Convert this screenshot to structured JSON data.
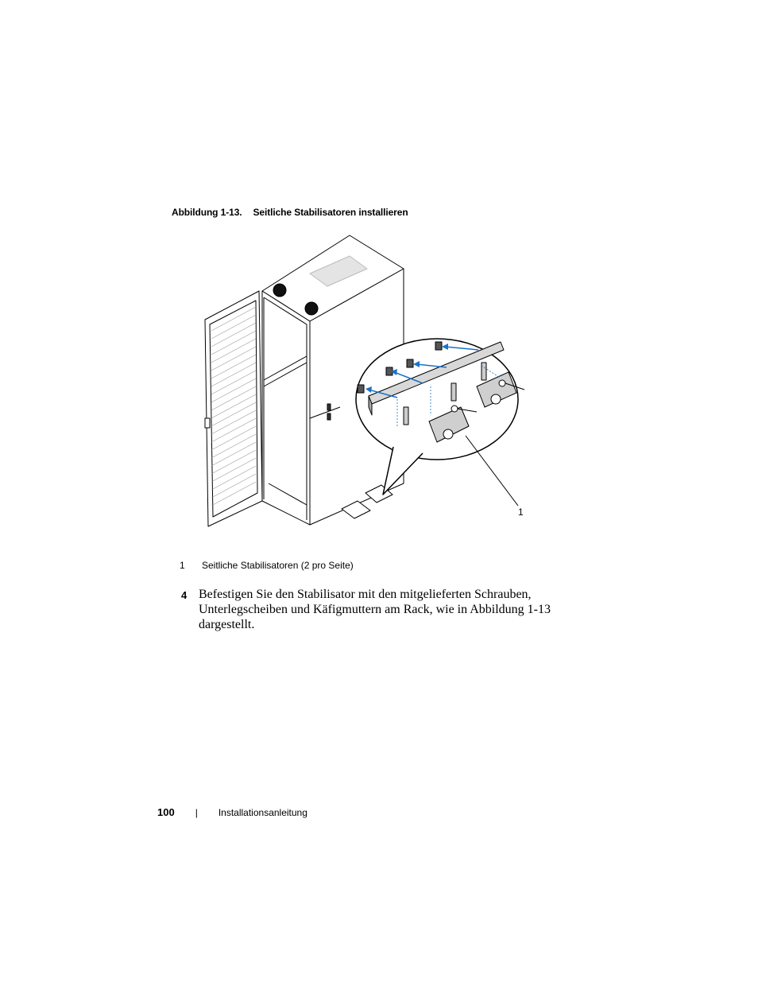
{
  "figure": {
    "label": "Abbildung 1-13.",
    "title": "Seitliche Stabilisatoren installieren",
    "callout": "1"
  },
  "legend": [
    {
      "number": "1",
      "text": "Seitliche Stabilisatoren (2 pro Seite)"
    }
  ],
  "step": {
    "number": "4",
    "text": "Befestigen Sie den Stabilisator mit den mitgelieferten Schrauben, Unterlegscheiben und Käfigmuttern am Rack, wie in Abbildung 1-13 dargestellt."
  },
  "footer": {
    "page_number": "100",
    "separator": "|",
    "section": "Installationsanleitung"
  },
  "colors": {
    "arrow": "#1a73c8",
    "line": "#000000"
  }
}
